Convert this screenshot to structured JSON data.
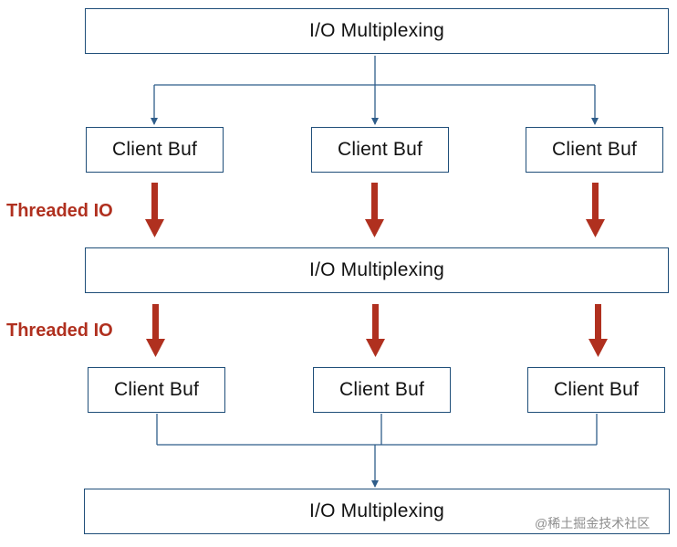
{
  "diagram": {
    "mux_top": "I/O Multiplexing",
    "mux_middle": "I/O Multiplexing",
    "mux_bottom": "I/O Multiplexing",
    "buf_row1": [
      "Client Buf",
      "Client Buf",
      "Client Buf"
    ],
    "buf_row2": [
      "Client Buf",
      "Client Buf",
      "Client Buf"
    ],
    "threaded_label_1": "Threaded IO",
    "threaded_label_2": "Threaded IO",
    "colors": {
      "border": "#1f4e79",
      "connector": "#2f5d8a",
      "threaded_arrow": "#b0301f"
    }
  },
  "watermark": "@稀土掘金技术社区"
}
